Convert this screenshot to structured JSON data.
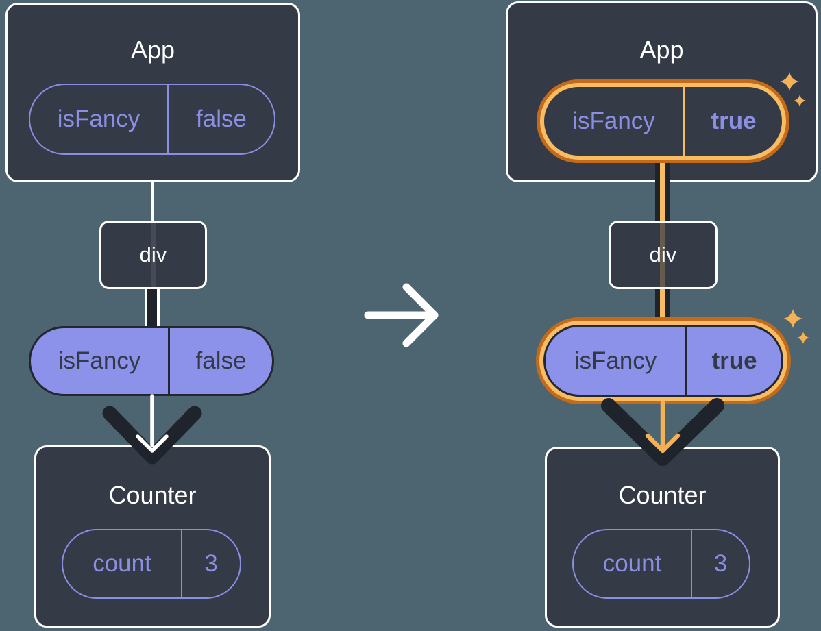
{
  "diagram": {
    "before": {
      "app": {
        "title": "App",
        "state": {
          "name": "isFancy",
          "value": "false"
        }
      },
      "div_node": {
        "label": "div"
      },
      "prop": {
        "name": "isFancy",
        "value": "false"
      },
      "counter": {
        "title": "Counter",
        "state": {
          "name": "count",
          "value": "3"
        }
      }
    },
    "after": {
      "app": {
        "title": "App",
        "state": {
          "name": "isFancy",
          "value": "true"
        }
      },
      "div_node": {
        "label": "div"
      },
      "prop": {
        "name": "isFancy",
        "value": "true"
      },
      "counter": {
        "title": "Counter",
        "state": {
          "name": "count",
          "value": "3"
        }
      }
    }
  },
  "icons": {
    "transition": "arrow-right-icon",
    "sparkles": "sparkles-icon",
    "flow": "arrow-down-icon"
  },
  "colors": {
    "background": "#4d6570",
    "box_fill": "#343a46",
    "box_border": "#ffffff",
    "purple_line": "#8a8fe4",
    "purple_fill": "#8c91ea",
    "dark_stroke": "#1f232b",
    "dark_border": "#23272f",
    "dark_text": "#333a45",
    "orange_dark": "#c46a1b",
    "orange_light": "#f8bc63",
    "white": "#ffffff"
  }
}
